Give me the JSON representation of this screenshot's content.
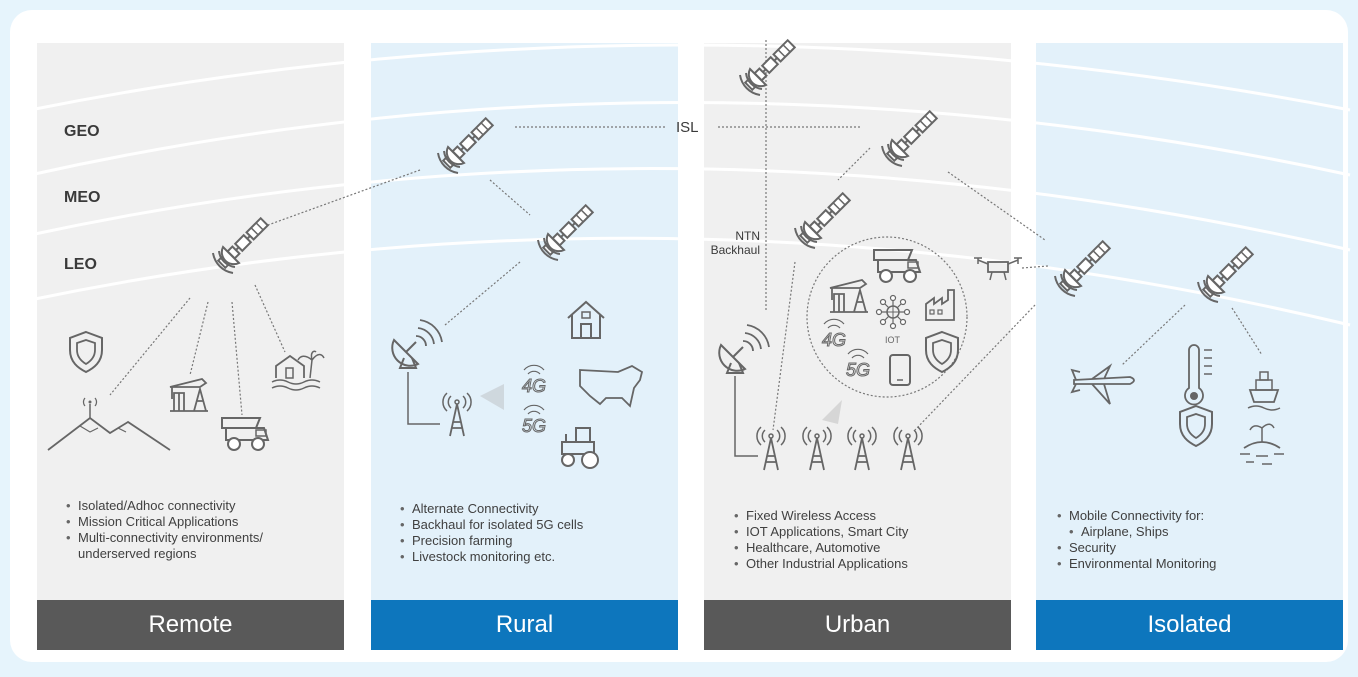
{
  "orbits": {
    "geo": "GEO",
    "meo": "MEO",
    "leo": "LEO"
  },
  "links": {
    "isl": "ISL",
    "ntn_line1": "NTN",
    "ntn_line2": "Backhaul"
  },
  "icon_text": {
    "g4": "4G",
    "g5": "5G",
    "iot": "IOT"
  },
  "columns": [
    {
      "name": "Remote",
      "bullets": [
        "Isolated/Adhoc connectivity",
        "Mission Critical Applications",
        "Multi-connectivity environments/",
        "underserved regions"
      ]
    },
    {
      "name": "Rural",
      "bullets": [
        "Alternate Connectivity",
        "Backhaul for isolated 5G cells",
        "Precision farming",
        "Livestock monitoring etc."
      ]
    },
    {
      "name": "Urban",
      "bullets": [
        "Fixed Wireless Access",
        "IOT Applications, Smart City",
        "Healthcare, Automotive",
        "Other Industrial Applications"
      ]
    },
    {
      "name": "Isolated",
      "bullets": [
        "Mobile Connectivity for:",
        "Airplane, Ships",
        "Security",
        "Environmental Monitoring"
      ]
    }
  ],
  "colors": {
    "page_bg": "#e6f4fc",
    "gray_panel": "#f0f0f0",
    "blue_panel": "#e3f1fa",
    "dark_footer": "#595959",
    "blue_footer": "#0d76bd",
    "icon_stroke": "#666666"
  }
}
